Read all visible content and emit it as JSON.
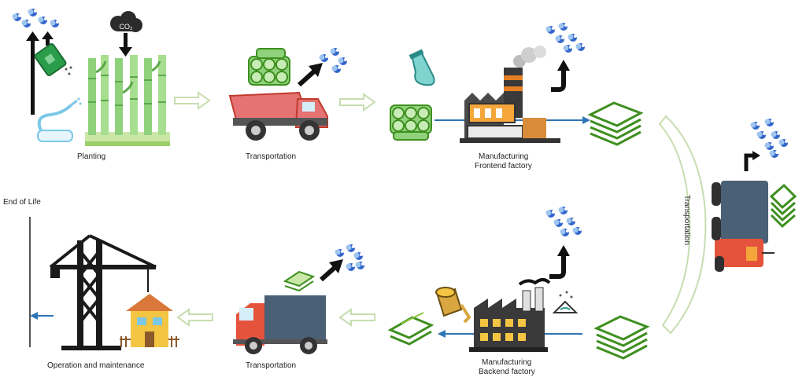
{
  "stages": {
    "planting": "Planting",
    "transport1": "Transportation",
    "frontend_line1": "Manufacturing",
    "frontend_line2": "Frontend factory",
    "transport_vertical": "Transportation",
    "backend_line1": "Manufacturing",
    "backend_line2": "Backend factory",
    "transport2": "Transportation",
    "operation": "Operation  and maintenance",
    "end_of_life": "End of Life"
  },
  "icons": {
    "co2_cloud": "CO₂"
  },
  "colors": {
    "green_dark": "#3e8f1f",
    "green_light": "#8cc63f",
    "bamboo": "#8fd27b",
    "truck_red": "#d9534f",
    "truck_body": "#4a6075",
    "factory_gray": "#3a3a3a",
    "emission_blue": "#3366cc",
    "arrow_outline": "#c7ddb0",
    "arrow_blue": "#2e75b6"
  }
}
